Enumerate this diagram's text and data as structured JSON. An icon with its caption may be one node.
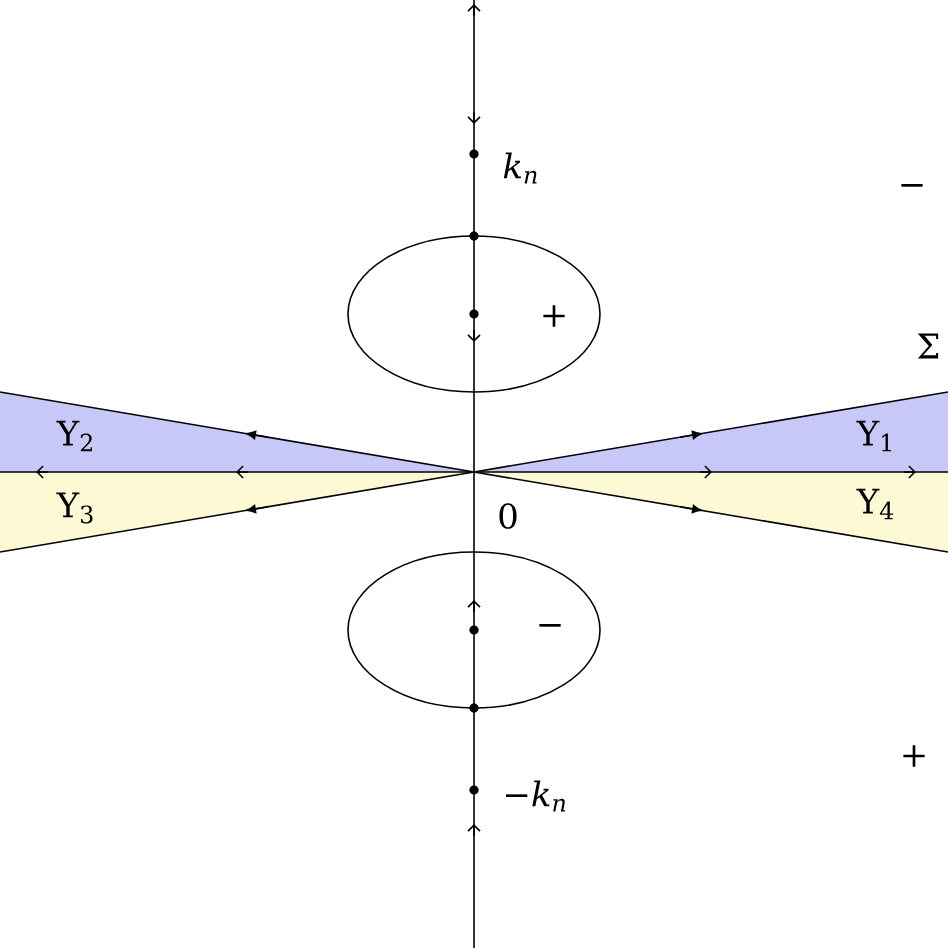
{
  "diagram": {
    "labels": [
      "k$_{n}$",
      "−",
      "+",
      "Σ",
      "Υ$_{2}$",
      "Υ$_{1}$",
      "Υ$_{3}$",
      "Υ$_{4}$",
      "0",
      "−",
      "−k$_{n}$",
      "+"
    ]
  }
}
